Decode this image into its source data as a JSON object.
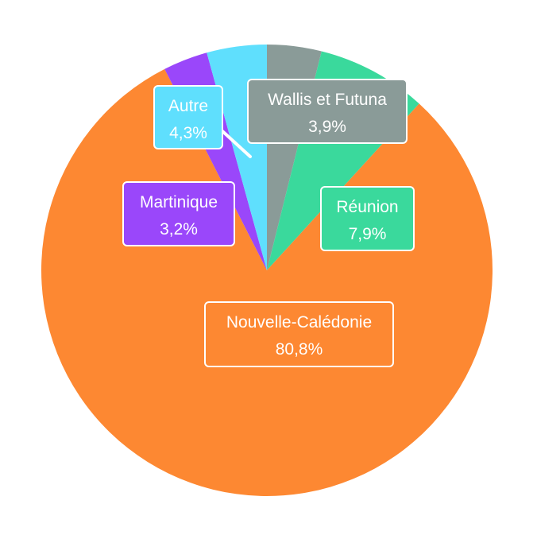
{
  "chart_data": {
    "type": "pie",
    "title": "",
    "start": "top",
    "direction": "clockwise",
    "slices": [
      {
        "label": "Wallis et Futuna",
        "value": 3.9,
        "display": "3,9%",
        "color": "#8a9b98"
      },
      {
        "label": "Réunion",
        "value": 7.9,
        "display": "7,9%",
        "color": "#3ad99c"
      },
      {
        "label": "Nouvelle-Calédonie",
        "value": 80.8,
        "display": "80,8%",
        "color": "#fd8832"
      },
      {
        "label": "Martinique",
        "value": 3.2,
        "display": "3,2%",
        "color": "#9a47fa"
      },
      {
        "label": "Autre",
        "value": 4.3,
        "display": "4,3%",
        "color": "#5fdffd"
      }
    ]
  }
}
